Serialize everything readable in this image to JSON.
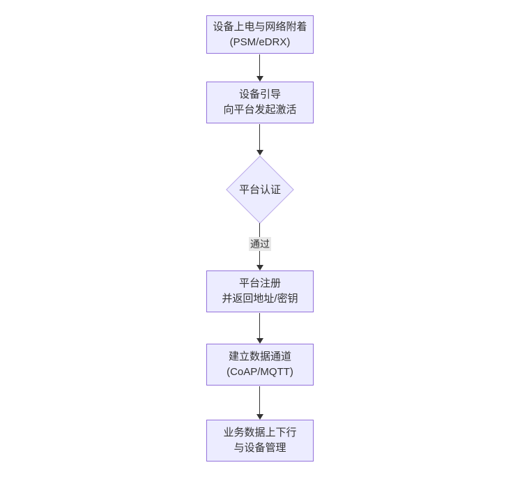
{
  "diagram": {
    "type": "flowchart",
    "direction": "top-down",
    "colors": {
      "node_fill": "#ECECFF",
      "node_border": "#9370DB",
      "arrow": "#333333",
      "text": "#333333",
      "edge_label_bg": "#e8e8e8",
      "background": "#ffffff"
    },
    "nodes": {
      "power_attach": {
        "shape": "rect",
        "line1": "设备上电与网络附着",
        "line2": "(PSM/eDRX)"
      },
      "bootstrap": {
        "shape": "rect",
        "line1": "设备引导",
        "line2": "向平台发起激活"
      },
      "auth": {
        "shape": "diamond",
        "label": "平台认证"
      },
      "register": {
        "shape": "rect",
        "line1": "平台注册",
        "line2": "并返回地址/密钥"
      },
      "channel": {
        "shape": "rect",
        "line1": "建立数据通道",
        "line2": "(CoAP/MQTT)"
      },
      "business": {
        "shape": "rect",
        "line1": "业务数据上下行",
        "line2": "与设备管理"
      }
    },
    "edges": {
      "power_to_bootstrap": {
        "label": ""
      },
      "bootstrap_to_auth": {
        "label": ""
      },
      "auth_to_register": {
        "label": "通过"
      },
      "register_to_channel": {
        "label": ""
      },
      "channel_to_business": {
        "label": ""
      }
    }
  }
}
